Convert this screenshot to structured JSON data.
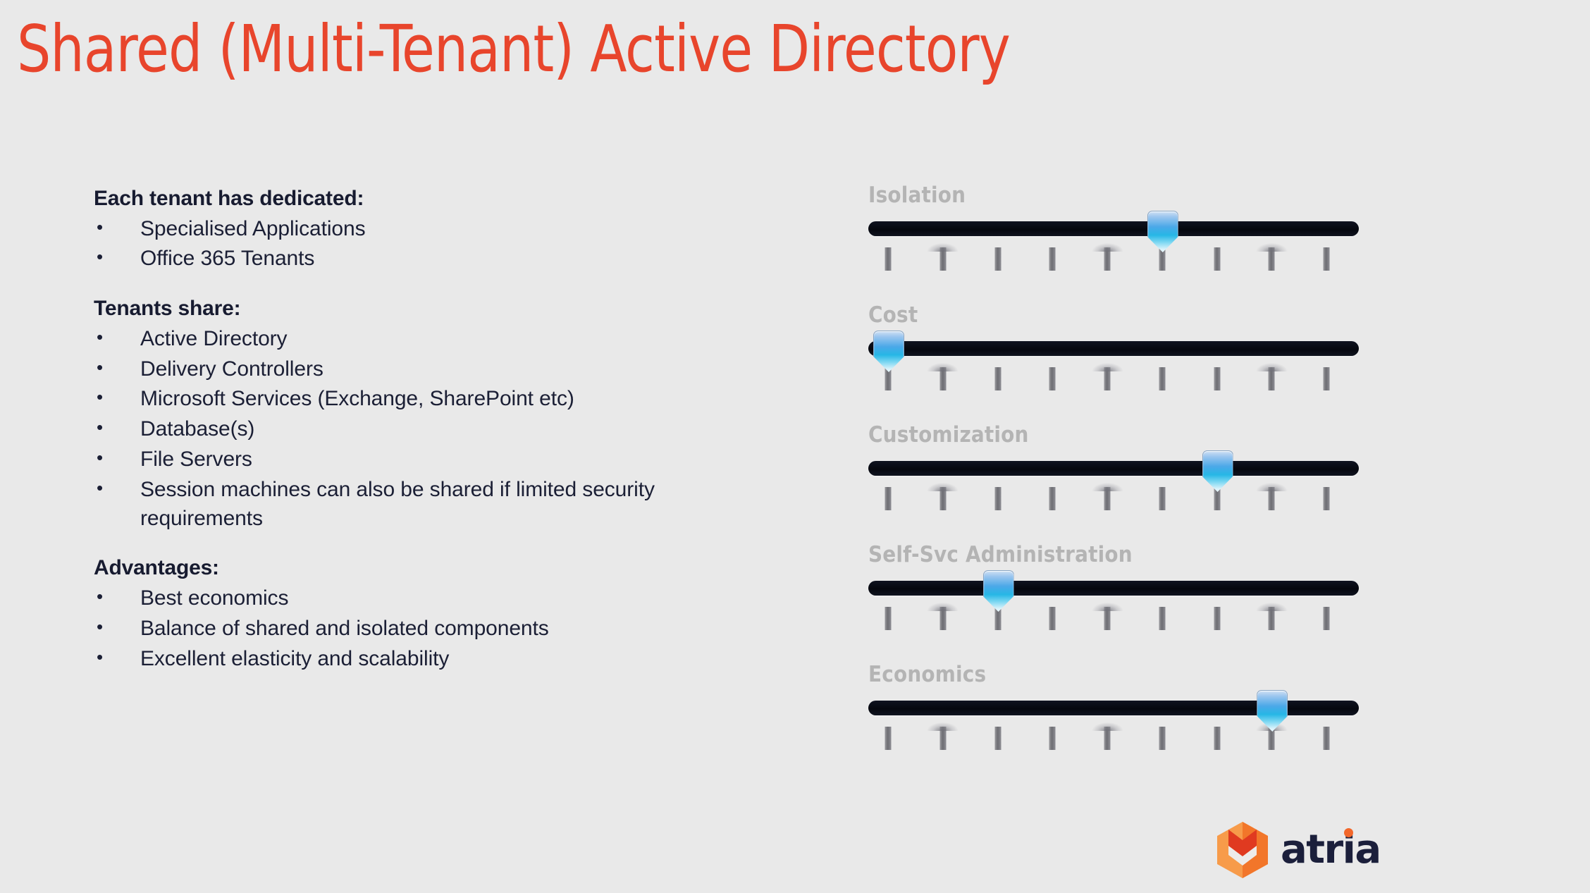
{
  "slide": {
    "title": "Shared (Multi-Tenant) Active Directory",
    "title_color": "#E8452C",
    "background_color": "#E9E9E9",
    "body_text_color": "#1B1F35"
  },
  "left_column": {
    "groups": [
      {
        "heading": "Each tenant has dedicated:",
        "items": [
          "Specialised Applications",
          "Office 365 Tenants"
        ]
      },
      {
        "heading": "Tenants share:",
        "items": [
          "Active Directory",
          "Delivery Controllers",
          "Microsoft Services (Exchange, SharePoint etc)",
          "Database(s)",
          "File Servers",
          "Session machines can also be shared if limited security requirements"
        ]
      },
      {
        "heading": "Advantages:",
        "items": [
          "Best economics",
          "Balance of shared and isolated components",
          "Excellent elasticity and scalability"
        ]
      }
    ]
  },
  "right_column": {
    "label_color": "#B4B4B4",
    "track_color": "#0A0D18",
    "handle_color": "#26B7E6",
    "tick_count": 9,
    "wide_tick_positions": [
      2,
      5,
      8
    ],
    "sliders": [
      {
        "label": "Isolation",
        "value": 6,
        "max": 9
      },
      {
        "label": "Cost",
        "value": 1,
        "max": 9
      },
      {
        "label": "Customization",
        "value": 7,
        "max": 9
      },
      {
        "label": "Self-Svc Administration",
        "value": 3,
        "max": 9
      },
      {
        "label": "Economics",
        "value": 8,
        "max": 9
      }
    ]
  },
  "logo": {
    "wordmark": "atria",
    "mark_color_light": "#F79B4A",
    "mark_color_dark": "#F2762A",
    "mark_accent": "#E03A20",
    "word_color": "#1B1F3B",
    "dot_color": "#F2672A"
  }
}
